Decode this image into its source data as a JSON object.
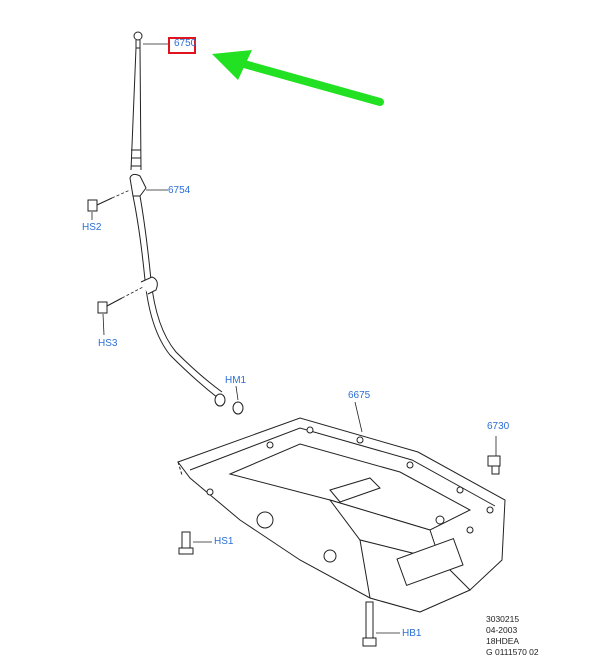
{
  "callouts": {
    "dipstick": "6750",
    "tube": "6754",
    "hs2": "HS2",
    "hs3": "HS3",
    "hm1": "HM1",
    "pan": "6675",
    "drain_plug": "6730",
    "hs1": "HS1",
    "hb1": "HB1"
  },
  "reference": {
    "line1": "3030215",
    "line2": "04-2003",
    "line3": "18HDEA",
    "line4": "G 0111570 02"
  },
  "colors": {
    "callout_text": "#2a6fd6",
    "highlight_box": "#e0141e",
    "arrow": "#22e022",
    "line_art": "#222222"
  }
}
